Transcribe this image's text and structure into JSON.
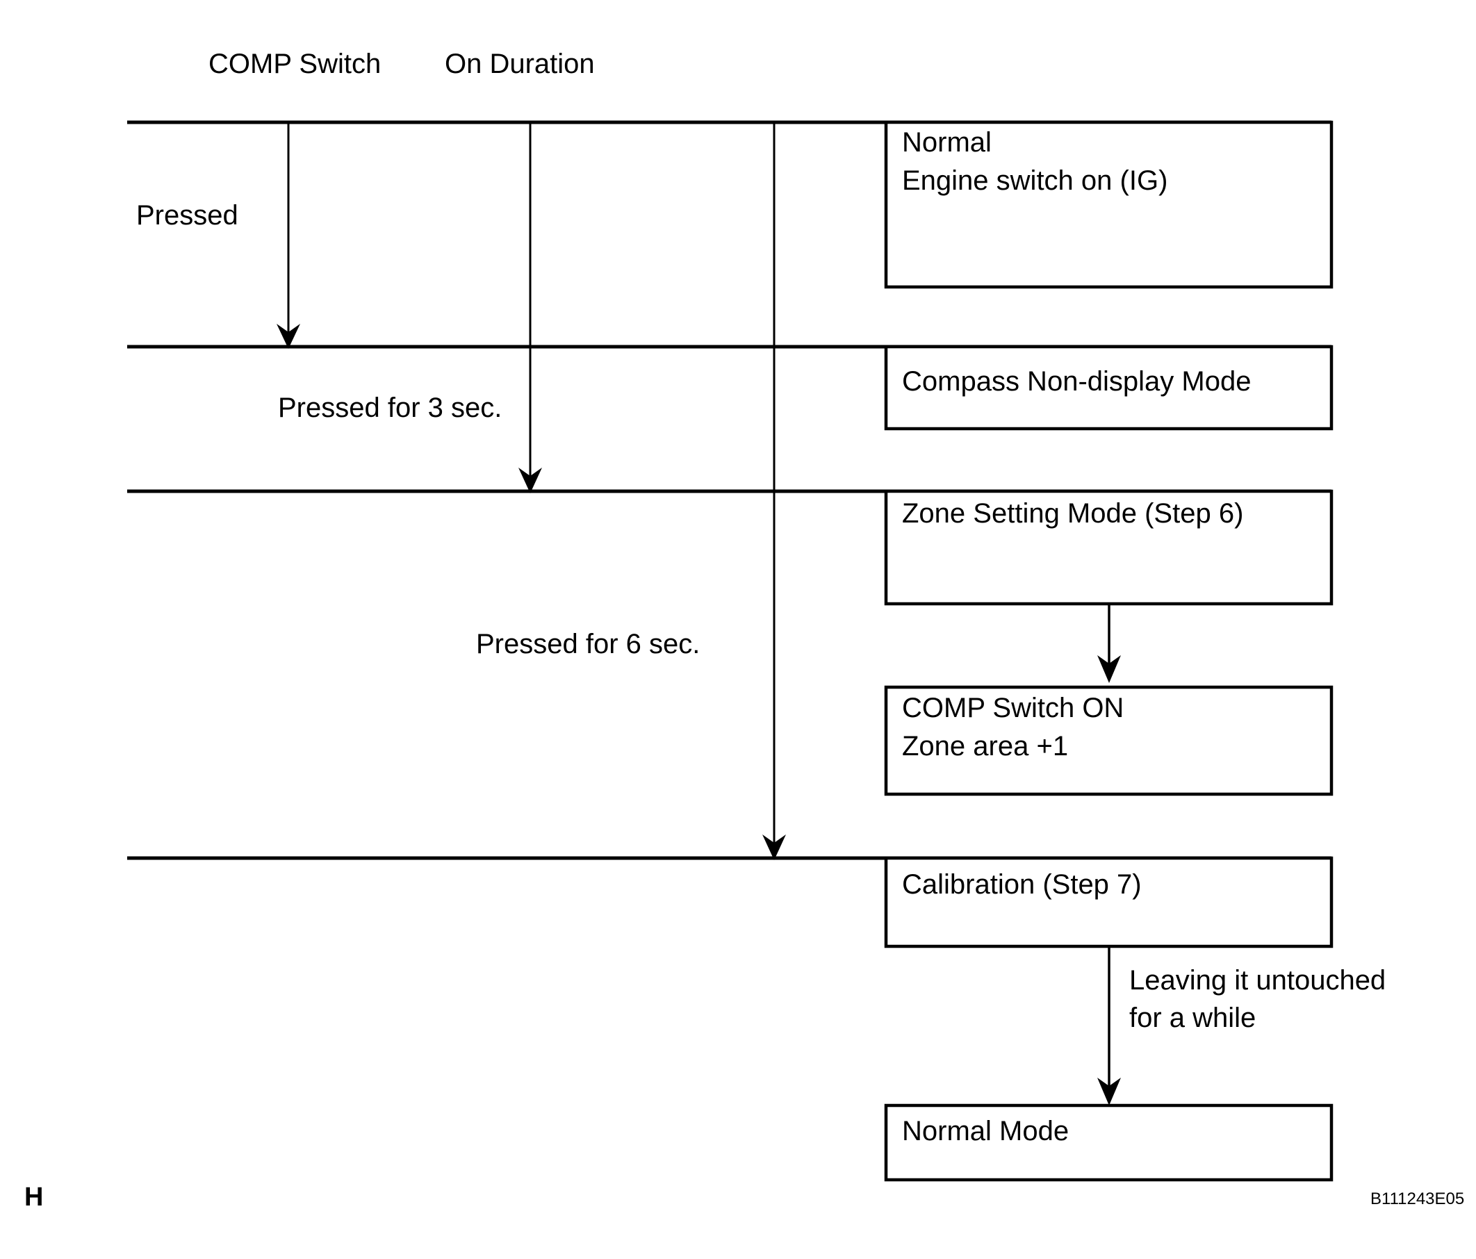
{
  "figure": {
    "header_left": "COMP Switch",
    "header_right": "On Duration",
    "corner_label": "H",
    "figure_code": "B111243E05"
  },
  "timeline": {
    "lane_labels": [
      {
        "id": "pressed",
        "text": "Pressed"
      },
      {
        "id": "pressed-3sec",
        "text": "Pressed for 3 sec."
      },
      {
        "id": "pressed-6sec",
        "text": "Pressed for 6 sec."
      }
    ]
  },
  "states": [
    {
      "id": "normal",
      "lines": [
        "Normal",
        "Engine switch on (IG)"
      ]
    },
    {
      "id": "compass-non-display",
      "lines": [
        "Compass Non-display Mode"
      ]
    },
    {
      "id": "zone-setting",
      "lines": [
        "Zone Setting Mode (Step 6)"
      ]
    },
    {
      "id": "comp-switch-on",
      "lines": [
        "COMP Switch ON",
        "Zone area +1"
      ]
    },
    {
      "id": "calibration",
      "lines": [
        "Calibration (Step 7)"
      ]
    },
    {
      "id": "normal-mode",
      "lines": [
        "Normal Mode"
      ]
    }
  ],
  "transitions": [
    {
      "id": "leaving-untouched",
      "lines": [
        "Leaving it untouched",
        "for a while"
      ]
    }
  ],
  "colors": {
    "ink": "#000000",
    "paper": "#ffffff"
  }
}
